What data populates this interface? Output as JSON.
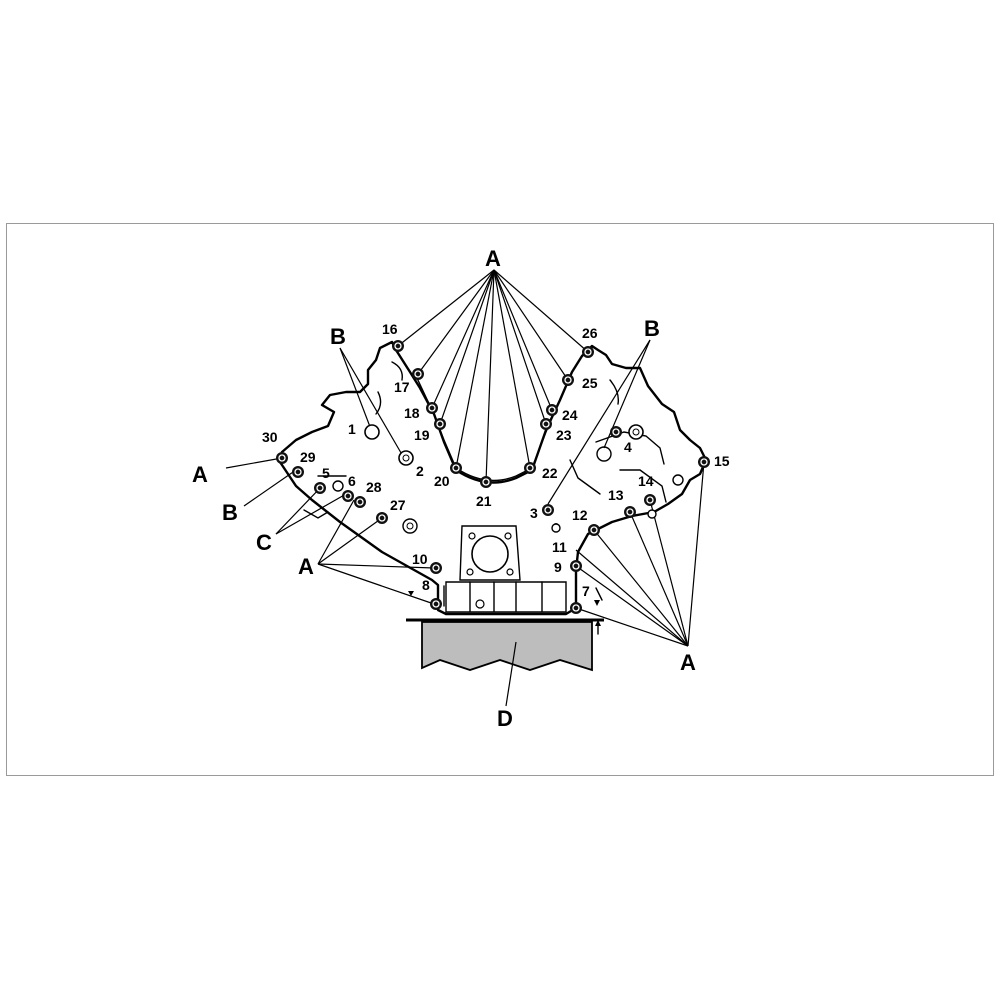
{
  "figure": {
    "callouts": {
      "A": "A",
      "B": "B",
      "C": "C",
      "D": "D"
    },
    "bolt_numbers": [
      "1",
      "2",
      "3",
      "4",
      "5",
      "6",
      "7",
      "8",
      "9",
      "10",
      "11",
      "12",
      "13",
      "14",
      "15",
      "16",
      "17",
      "18",
      "19",
      "20",
      "21",
      "22",
      "23",
      "24",
      "25",
      "26",
      "27",
      "28",
      "29",
      "30"
    ]
  }
}
